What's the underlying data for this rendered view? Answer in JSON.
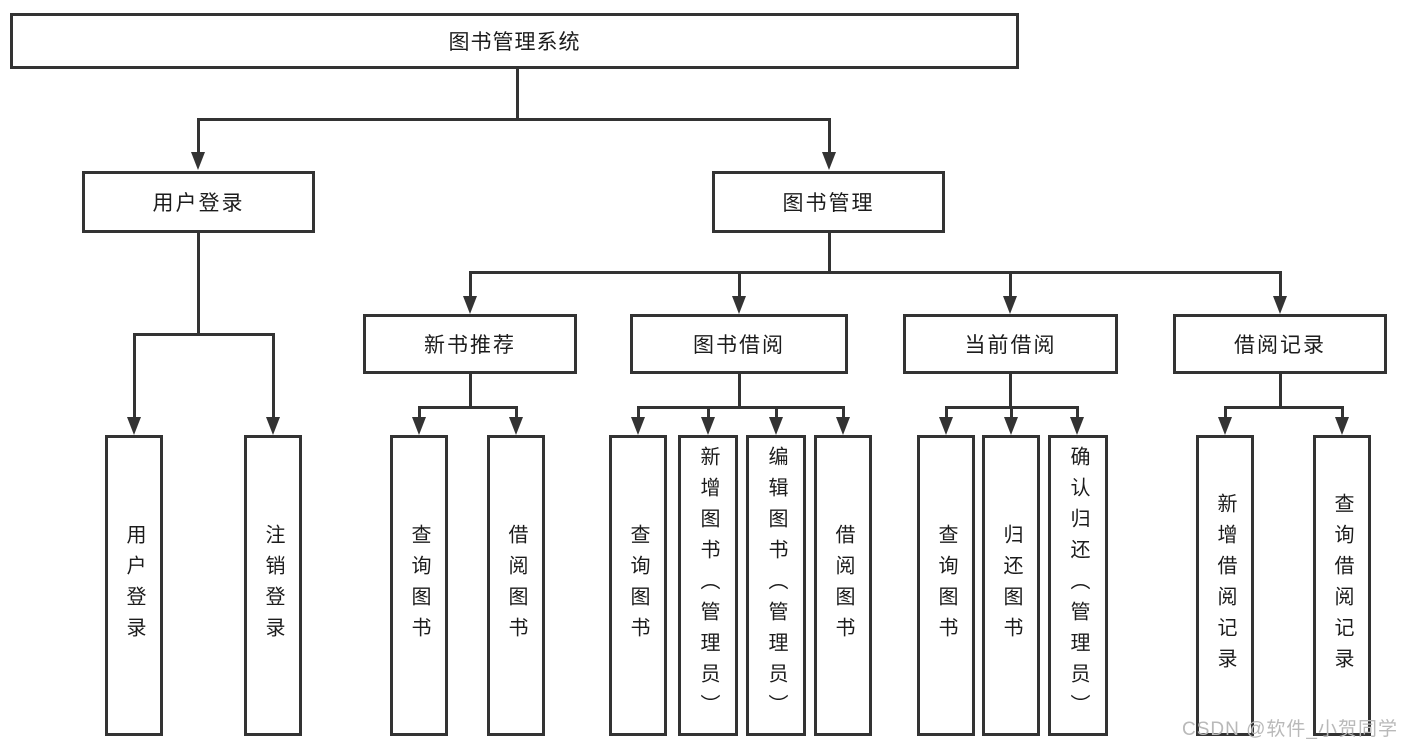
{
  "nodes": {
    "root": "图书管理系统",
    "user_login": "用户登录",
    "book_management": "图书管理",
    "new_book_recommend": "新书推荐",
    "book_borrow": "图书借阅",
    "current_borrow": "当前借阅",
    "borrow_record": "借阅记录",
    "ul_user_login": "用户登录",
    "ul_logout": "注销登录",
    "nr_query_book": "查询图书",
    "nr_borrow_book": "借阅图书",
    "bb_query_book": "查询图书",
    "bb_add_book": "新增图书（管理员）",
    "bb_edit_book": "编辑图书（管理员）",
    "bb_borrow_book": "借阅图书",
    "cb_query_book": "查询图书",
    "cb_return_book": "归还图书",
    "cb_confirm_return": "确认归还（管理员）",
    "br_add_record": "新增借阅记录",
    "br_query_record": "查询借阅记录"
  },
  "watermark": "CSDN @软件_小贺同学",
  "colors": {
    "line": "#333333",
    "text": "#1c1c1c",
    "watermark": "#b9b9b9",
    "background": "#ffffff"
  }
}
